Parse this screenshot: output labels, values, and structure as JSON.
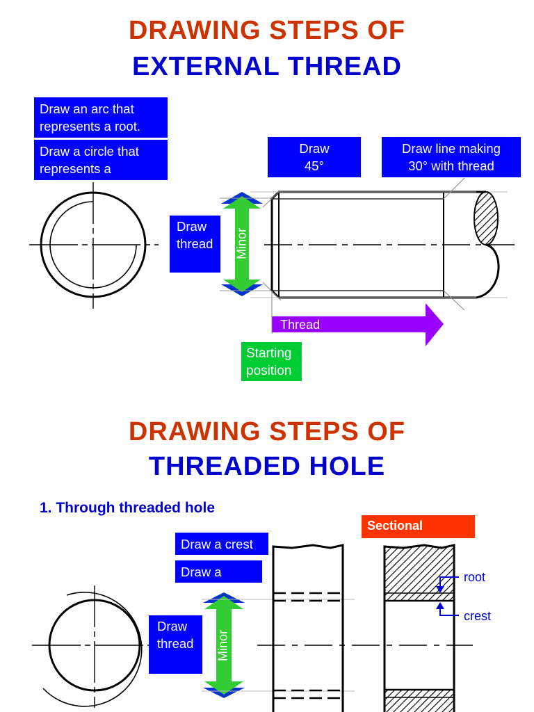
{
  "section1": {
    "title_line1": "DRAWING  STEPS  OF",
    "title_line2": "EXTERNAL  THREAD",
    "box_arc_root": "Draw an arc that represents a root.",
    "box_circle": "Draw a circle that represents a",
    "box_draw_45_line1": "Draw",
    "box_draw_45_line2": "45°",
    "box_line_30_line1": "Draw line making",
    "box_line_30_line2": "30° with thread",
    "box_draw_thread": "Draw thread",
    "minor_label": "Minor",
    "thread_label": "Thread",
    "starting_position": "Starting position"
  },
  "section2": {
    "title_line1": "DRAWING  STEPS  OF",
    "title_line2": "THREADED  HOLE",
    "subtitle": "1. Through threaded hole",
    "sectional_label": "Sectional",
    "box_crest": "Draw a crest",
    "box_draw_a": "Draw a",
    "box_draw_thread": "Draw thread",
    "minor_label": "Minor",
    "root_label": "root",
    "crest_label": "crest"
  },
  "colors": {
    "title_orange": "#cc3300",
    "title_blue": "#0000cc",
    "box_blue": "#0000ff",
    "arrow_green": "#33cc33",
    "arrow_purple": "#9900ff",
    "sectional_red": "#ff3300"
  }
}
